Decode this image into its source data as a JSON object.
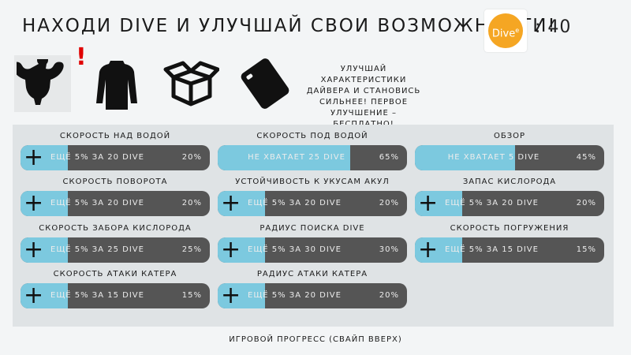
{
  "header": {
    "title": "НАХОДИ DIVE И УЛУЧШАЙ СВОИ ВОЗМОЖНОСТИ!",
    "logo_text": "Dive",
    "logo_sup": "e",
    "balance_colon": ":",
    "balance": "40"
  },
  "categories": [
    {
      "icon": "diver-strength-icon",
      "active": true,
      "alert": "!"
    },
    {
      "icon": "wetsuit-icon",
      "active": false
    },
    {
      "icon": "box-icon",
      "active": false
    },
    {
      "icon": "card-icon",
      "active": false
    }
  ],
  "hint": "УЛУЧШАЙ ХАРАКТЕРИСТИКИ ДАЙВЕРА И СТАНОВИСЬ СИЛЬНЕЕ! ПЕРВОЕ УЛУЧШЕНИЕ – БЕСПЛАТНО!",
  "upgrades": [
    {
      "label": "СКОРОСТЬ НАД ВОДОЙ",
      "cost": "ЕЩЁ 5% ЗА 20 DIVE",
      "percent_text": "20%",
      "fill": 0.25,
      "short": false
    },
    {
      "label": "СКОРОСТЬ ПОД ВОДОЙ",
      "cost": "НЕ ХВАТАЕТ 25 DIVE",
      "percent_text": "65%",
      "fill": 0.7,
      "short": true
    },
    {
      "label": "ОБЗОР",
      "cost": "НЕ ХВАТАЕТ 5 DIVE",
      "percent_text": "45%",
      "fill": 0.53,
      "short": true
    },
    {
      "label": "СКОРОСТЬ ПОВОРОТА",
      "cost": "ЕЩЁ 5% ЗА 20 DIVE",
      "percent_text": "20%",
      "fill": 0.25,
      "short": false
    },
    {
      "label": "УСТОЙЧИВОСТЬ К УКУСАМ АКУЛ",
      "cost": "ЕЩЁ 5% ЗА 20 DIVE",
      "percent_text": "20%",
      "fill": 0.25,
      "short": false
    },
    {
      "label": "ЗАПАС КИСЛОРОДА",
      "cost": "ЕЩЁ 5% ЗА 20 DIVE",
      "percent_text": "20%",
      "fill": 0.25,
      "short": false
    },
    {
      "label": "СКОРОСТЬ ЗАБОРА КИСЛОРОДА",
      "cost": "ЕЩЁ 5% ЗА 25 DIVE",
      "percent_text": "25%",
      "fill": 0.25,
      "short": false
    },
    {
      "label": "РАДИУС ПОИСКА DIVE",
      "cost": "ЕЩЁ 5% ЗА 30 DIVE",
      "percent_text": "30%",
      "fill": 0.25,
      "short": false
    },
    {
      "label": "СКОРОСТЬ ПОГРУЖЕНИЯ",
      "cost": "ЕЩЁ 5% ЗА 15 DIVE",
      "percent_text": "15%",
      "fill": 0.25,
      "short": false
    },
    {
      "label": "СКОРОСТЬ АТАКИ КАТЕРА",
      "cost": "ЕЩЁ 5% ЗА 15 DIVE",
      "percent_text": "15%",
      "fill": 0.25,
      "short": false
    },
    {
      "label": "РАДИУС АТАКИ КАТЕРА",
      "cost": "ЕЩЁ 5% ЗА 20 DIVE",
      "percent_text": "20%",
      "fill": 0.25,
      "short": false
    }
  ],
  "plus_symbol": "+",
  "footer": "ИГРОВОЙ ПРОГРЕСС (СВАЙП ВВЕРХ)"
}
